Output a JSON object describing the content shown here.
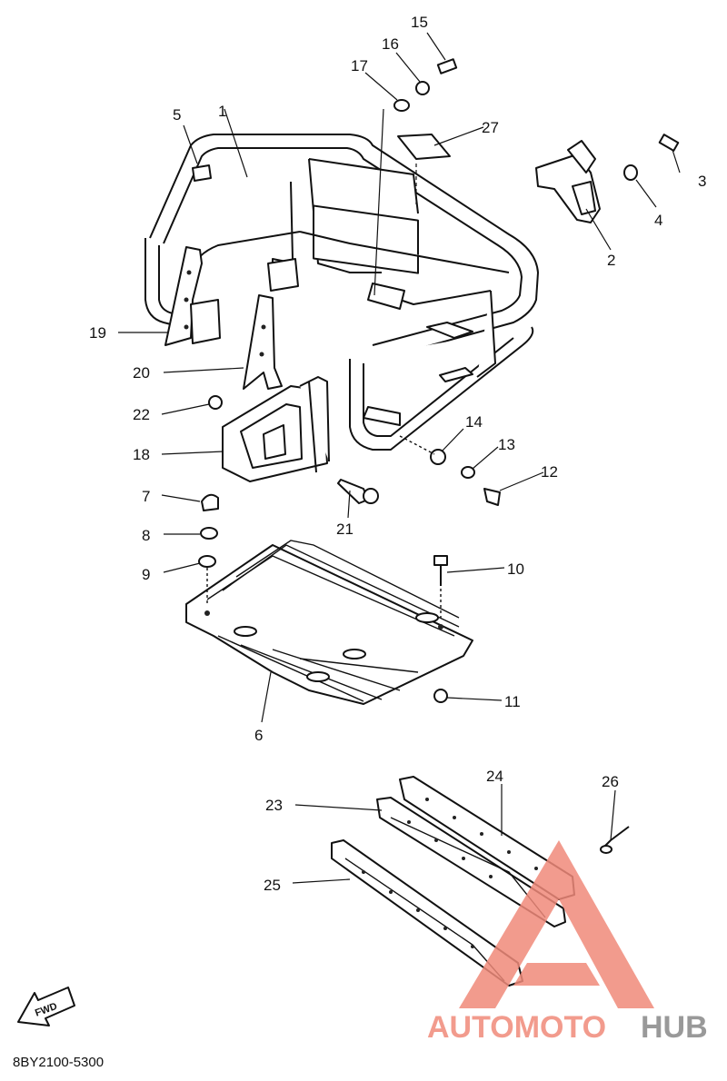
{
  "diagram": {
    "drawing_code": "8BY2100-5300",
    "fwd_label": "FWD",
    "callouts": [
      "1",
      "2",
      "3",
      "4",
      "5",
      "6",
      "7",
      "8",
      "9",
      "10",
      "11",
      "12",
      "13",
      "14",
      "15",
      "16",
      "17",
      "18",
      "19",
      "20",
      "21",
      "22",
      "23",
      "24",
      "25",
      "26",
      "27"
    ]
  },
  "watermark": {
    "part1": "AUTOMOTO",
    "part2": "HUB",
    "color_primary": "#f08a7a",
    "color_secondary": "#888888"
  }
}
